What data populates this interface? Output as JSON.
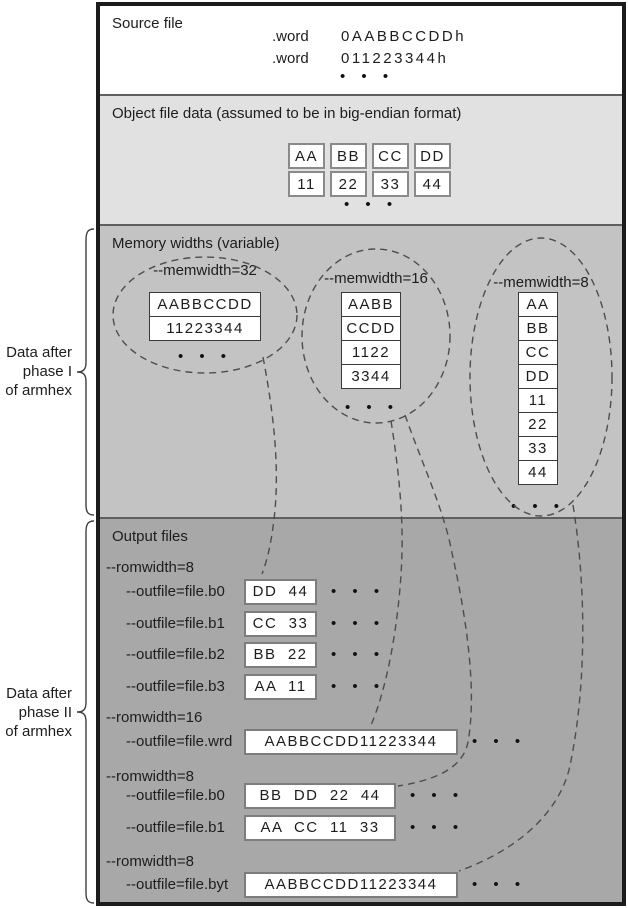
{
  "glyphs": {
    "ellipsis": "• • •"
  },
  "left_labels": {
    "phase1": {
      "line1": "Data after",
      "line2": "phase I",
      "line3": "of armhex"
    },
    "phase2": {
      "line1": "Data after",
      "line2": "phase II",
      "line3": "of armhex"
    }
  },
  "source": {
    "title": "Source file",
    "rows": [
      {
        "directive": ".word",
        "value": "0AABBCCDDh"
      },
      {
        "directive": ".word",
        "value": "011223344h"
      }
    ]
  },
  "object": {
    "title": "Object file data (assumed to be in big-endian format)",
    "row1": [
      "AA",
      "BB",
      "CC",
      "DD"
    ],
    "row2": [
      "11",
      "22",
      "33",
      "44"
    ]
  },
  "memory": {
    "title": "Memory widths (variable)",
    "groups": [
      {
        "label": "--memwidth=32",
        "cells": [
          "AABBCCDD",
          "11223344"
        ]
      },
      {
        "label": "--memwidth=16",
        "cells": [
          "AABB",
          "CCDD",
          "1122",
          "3344"
        ]
      },
      {
        "label": "--memwidth=8",
        "cells": [
          "AA",
          "BB",
          "CC",
          "DD",
          "11",
          "22",
          "33",
          "44"
        ]
      }
    ]
  },
  "output": {
    "title": "Output files",
    "groups": [
      {
        "romwidth": "--romwidth=8",
        "rows": [
          {
            "label": "--outfile=file.b0",
            "value": "DD  44"
          },
          {
            "label": "--outfile=file.b1",
            "value": "CC  33"
          },
          {
            "label": "--outfile=file.b2",
            "value": "BB  22"
          },
          {
            "label": "--outfile=file.b3",
            "value": "AA  11"
          }
        ]
      },
      {
        "romwidth": "--romwidth=16",
        "rows": [
          {
            "label": "--outfile=file.wrd",
            "value": "AABBCCDD11223344"
          }
        ]
      },
      {
        "romwidth": "--romwidth=8",
        "rows": [
          {
            "label": "--outfile=file.b0",
            "value": "BB  DD  22  44"
          },
          {
            "label": "--outfile=file.b1",
            "value": "AA  CC  11  33"
          }
        ]
      },
      {
        "romwidth": "--romwidth=8",
        "rows": [
          {
            "label": "--outfile=file.byt",
            "value": "AABBCCDD11223344"
          }
        ]
      }
    ]
  },
  "colors": {
    "object_bg": "#e1e1e1",
    "memory_bg": "#c3c3c3",
    "output_bg": "#a8a8a8",
    "frame": "#1c1c1c",
    "dash": "#4d4d4d"
  }
}
